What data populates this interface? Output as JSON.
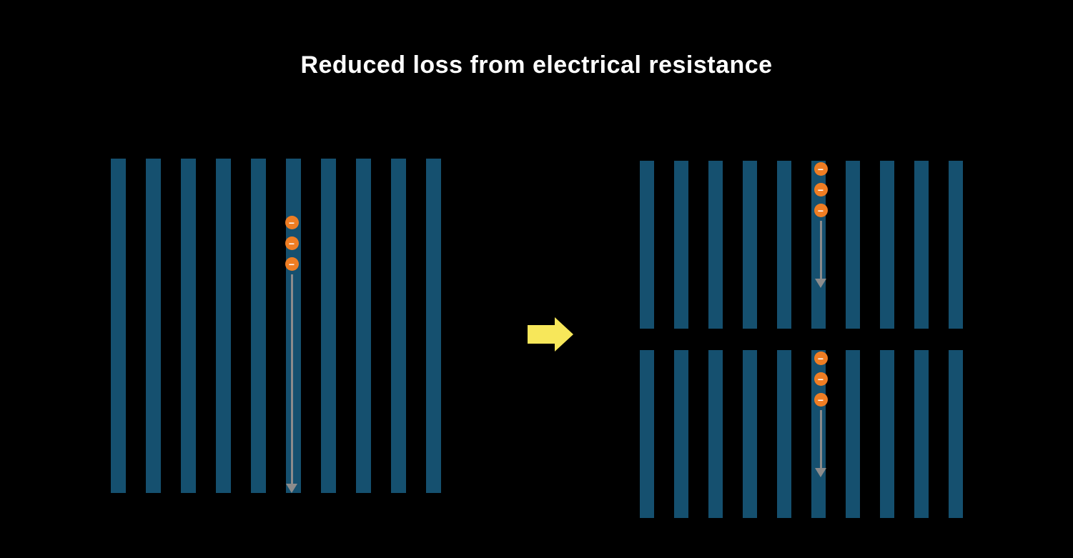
{
  "title": "Reduced loss from electrical resistance",
  "colors": {
    "background": "#000000",
    "title_text": "#ffffff",
    "bar": "#15506f",
    "electron_fill": "#ef7d23",
    "electron_glyph": "#ffffff",
    "flow_arrow": "#8c8c8c",
    "transition_arrow": "#f7e75a"
  },
  "glyphs": {
    "minus": "−"
  },
  "left_panel": {
    "bar_count": 10,
    "electron_count": 3
  },
  "right_panel": {
    "row_count": 2,
    "rows": [
      {
        "bar_count": 10,
        "electron_count": 3
      },
      {
        "bar_count": 10,
        "electron_count": 3
      }
    ]
  }
}
